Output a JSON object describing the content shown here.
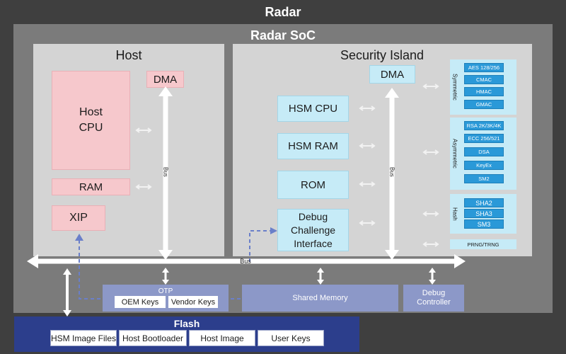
{
  "radar": {
    "title": "Radar"
  },
  "soc": {
    "title": "Radar SoC"
  },
  "host": {
    "title": "Host",
    "cpu": "Host\nCPU",
    "ram": "RAM",
    "xip": "XIP",
    "dma": "DMA",
    "bus": "Bus"
  },
  "security_island": {
    "title": "Security Island",
    "dma": "DMA",
    "hsm_cpu": "HSM CPU",
    "hsm_ram": "HSM RAM",
    "rom": "ROM",
    "debug_challenge": "Debug\nChallenge\nInterface",
    "bus": "Bus",
    "symmetric": {
      "label": "Symmetric",
      "items": [
        "AES 128/256",
        "CMAC",
        "HMAC",
        "GMAC"
      ]
    },
    "asymmetric": {
      "label": "Asymmetric",
      "items": [
        "RSA 2K/3K/4K",
        "ECC 256/521",
        "DSA",
        "KeyEx",
        "SM2"
      ]
    },
    "hash": {
      "label": "Hash",
      "items": [
        "SHA2",
        "SHA3",
        "SM3"
      ]
    },
    "rng": "PRNG/TRNG"
  },
  "main_bus": {
    "label": "Bus"
  },
  "otp": {
    "title": "OTP",
    "keys": [
      "OEM Keys",
      "Vendor Keys"
    ]
  },
  "shared_memory": "Shared Memory",
  "debug_controller": "Debug\nController",
  "flash": {
    "title": "Flash",
    "items": [
      "HSM Image Files",
      "Host Bootloader",
      "Host Image",
      "User Keys"
    ]
  },
  "colors": {
    "background": "#3f3f3f",
    "soc": "#7b7b7b",
    "domain": "#d4d4d4",
    "host_block": "#f6c8cc",
    "hsm_block": "#c6ebf7",
    "crypto_chip": "#2a99d8",
    "memory_block": "#8c98c8",
    "flash": "#2c3e8c",
    "dashed_link": "#6a7fc9"
  }
}
